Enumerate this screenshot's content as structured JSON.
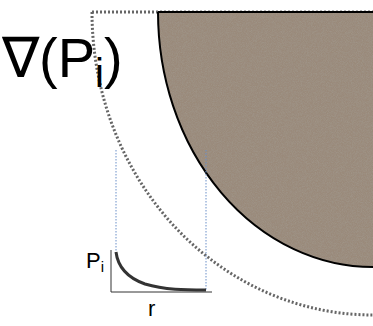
{
  "diagram": {
    "labels": [
      "∇(P",
      "i",
      ")",
      "P",
      "i",
      "r"
    ]
  }
}
